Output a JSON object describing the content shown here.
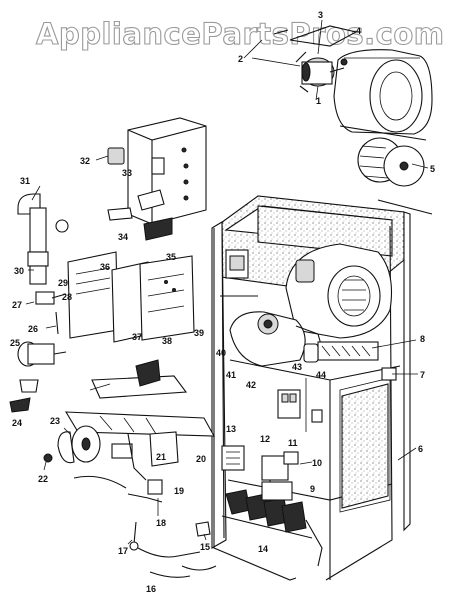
{
  "watermark": "AppliancePartsPros.com",
  "part_numbers": [
    "1",
    "2",
    "3",
    "4",
    "5",
    "6",
    "7",
    "8",
    "9",
    "10",
    "11",
    "12",
    "13",
    "14",
    "15",
    "16",
    "17",
    "18",
    "19",
    "20",
    "21",
    "22",
    "23",
    "24",
    "25",
    "26",
    "27",
    "28",
    "29",
    "30",
    "31",
    "32",
    "33",
    "34",
    "35",
    "36",
    "37",
    "38",
    "39",
    "40",
    "41",
    "42",
    "43",
    "44"
  ]
}
